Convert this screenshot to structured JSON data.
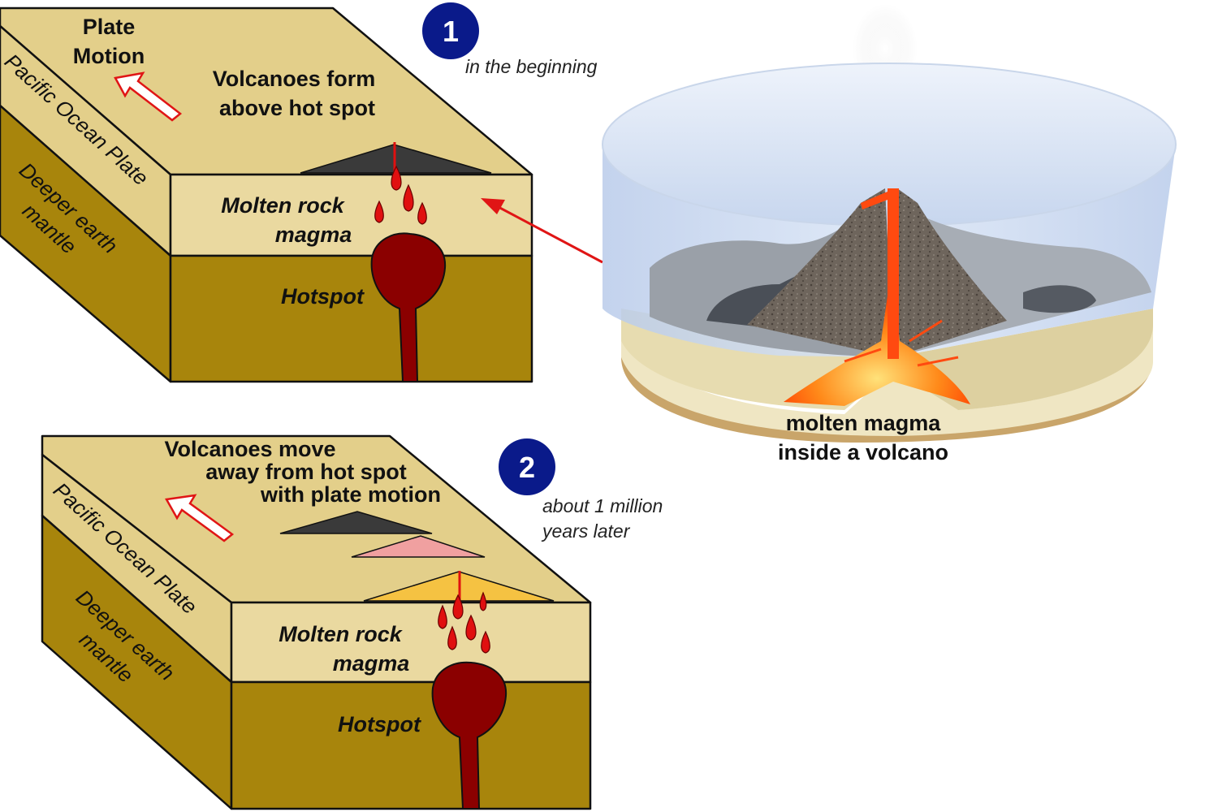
{
  "panel1": {
    "step_number": "1",
    "caption": "in the beginning",
    "plate_motion_line1": "Plate",
    "plate_motion_line2": "Motion",
    "volcano_label_line1": "Volcanoes form",
    "volcano_label_line2": "above hot spot",
    "plate_label": "Pacific Ocean Plate",
    "mantle_line1": "Deeper earth",
    "mantle_line2": "mantle",
    "molten_line1": "Molten rock",
    "molten_line2": "magma",
    "hotspot_label": "Hotspot"
  },
  "panel2": {
    "step_number": "2",
    "caption_line1": "about 1 million",
    "caption_line2": "years later",
    "volcano_label_line1": "Volcanoes move",
    "volcano_label_line2": "away from hot spot",
    "volcano_label_line3": "with plate motion",
    "plate_label": "Pacific Ocean Plate",
    "mantle_line1": "Deeper earth",
    "mantle_line2": "mantle",
    "molten_line1": "Molten rock",
    "molten_line2": "magma",
    "hotspot_label": "Hotspot"
  },
  "volcano_cutaway": {
    "label_line1": "molten magma",
    "label_line2": "inside a volcano"
  },
  "colors": {
    "crust_top": "#e3cf8a",
    "crust_side": "#ead9a0",
    "mantle": "#a8850c",
    "mantle_dark": "#8f7008",
    "magma": "#8b0000",
    "magma_drop": "#e01010",
    "step_badge": "#0a1a8a",
    "arrow_red": "#e01515",
    "volcano_old": "#3a3a3a",
    "volcano_mid": "#f0a0a0",
    "volcano_new": "#f5c242"
  }
}
